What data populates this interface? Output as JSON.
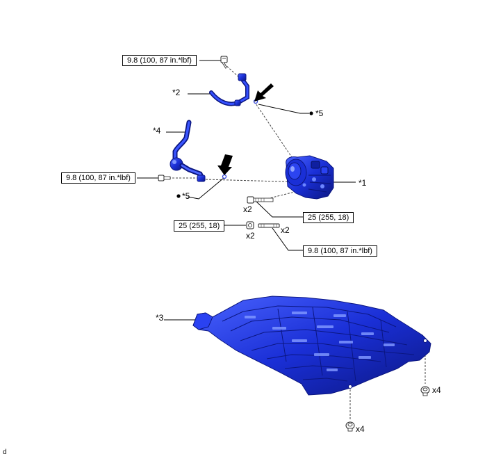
{
  "callouts": {
    "c1": "*1",
    "c2": "*2",
    "c3": "*3",
    "c4": "*4",
    "c5a": "*5",
    "c5b": "*5"
  },
  "torques": {
    "t_bolt_top": "9.8 (100, 87 in.*lbf)",
    "t_bolt_left": "9.8 (100, 87 in.*lbf)",
    "t_bolt_long": "25 (255, 18)",
    "t_nut": "25 (255, 18)",
    "t_stud": "9.8 (100, 87 in.*lbf)"
  },
  "quantities": {
    "q_long_bolt": "x2",
    "q_nut": "x2",
    "q_stud": "x2",
    "q_clip_right": "x4",
    "q_clip_bottom": "x4"
  },
  "corner_mark": "d",
  "colors": {
    "part": "#1a2fd6",
    "part_dark": "#0b1680",
    "part_light": "#5f79ff",
    "line": "#000000"
  }
}
